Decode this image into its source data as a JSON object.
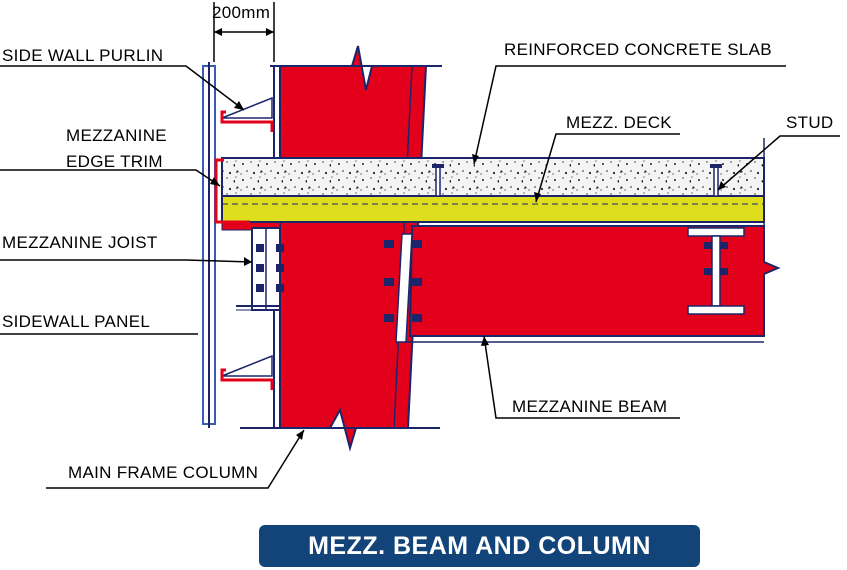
{
  "dimension": "200mm",
  "labels": {
    "side_wall_purlin": "SIDE WALL PURLIN",
    "mezz_edge_trim_1": "MEZZANINE",
    "mezz_edge_trim_2": "EDGE TRIM",
    "mezzanine_joist": "MEZZANINE JOIST",
    "sidewall_panel": "SIDEWALL PANEL",
    "main_frame_column": "MAIN FRAME COLUMN",
    "reinforced_concrete_slab": "REINFORCED CONCRETE SLAB",
    "mezz_deck": "MEZZ. DECK",
    "stud": "STUD",
    "mezzanine_beam": "MEZZANINE BEAM"
  },
  "title": "MEZZ. BEAM AND COLUMN",
  "colors": {
    "steel_red": "#e3001b",
    "deck_yellow": "#dede1f",
    "outline_navy": "#1c2569",
    "panel_blue": "#3b5ab3",
    "title_bg": "#12447a"
  }
}
